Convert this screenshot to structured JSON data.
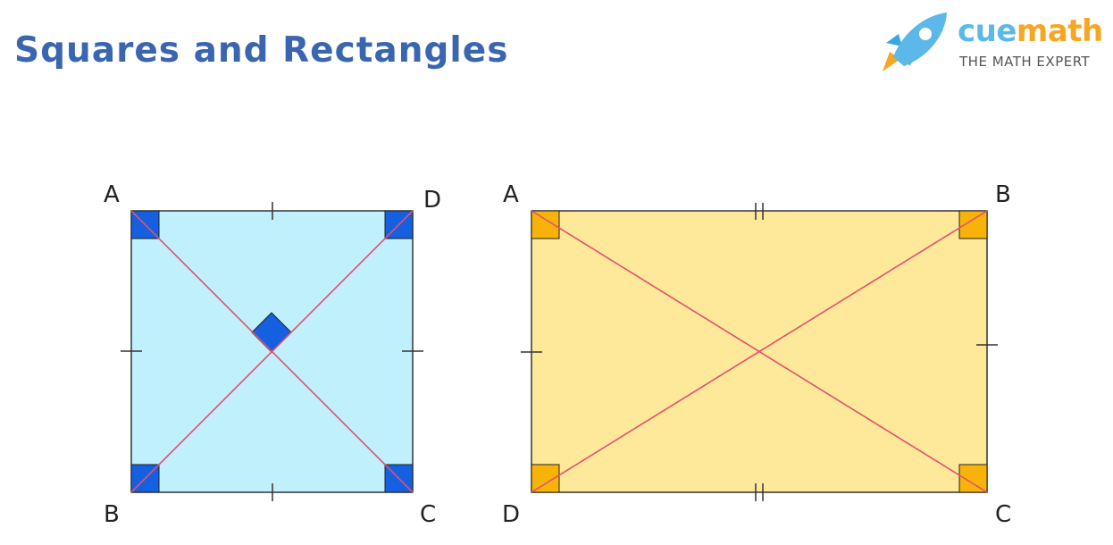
{
  "header": {
    "title": "Squares and Rectangles"
  },
  "logo": {
    "word_part1": "cue",
    "word_part2": "math",
    "tagline": "THE MATH EXPERT",
    "icon": "rocket-icon"
  },
  "square": {
    "fill": "#bff0fc",
    "angle_marker_color": "#1560e0",
    "vertices": {
      "top_left": "A",
      "top_right": "D",
      "bottom_left": "B",
      "bottom_right": "C"
    }
  },
  "rectangle": {
    "fill": "#fde999",
    "angle_marker_color": "#f9b308",
    "vertices": {
      "top_left": "A",
      "top_right": "B",
      "bottom_left": "D",
      "bottom_right": "C"
    }
  },
  "colors": {
    "diagonal": "#e2506e",
    "outline": "#333333",
    "title": "#3a66b0"
  }
}
